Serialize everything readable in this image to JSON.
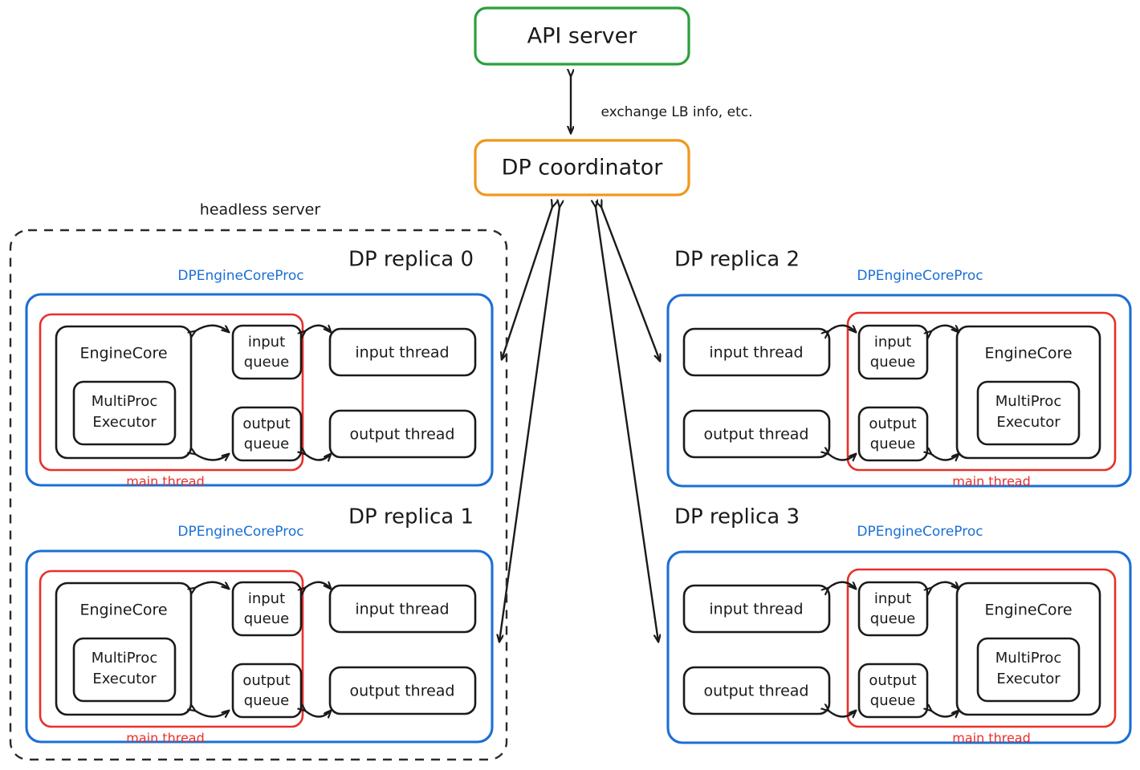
{
  "diagram": {
    "title_nodes": {
      "api_server": "API server",
      "dp_coordinator": "DP coordinator"
    },
    "edge_labels": {
      "coordinator_api": "exchange LB info, etc."
    },
    "groups": {
      "headless_server": "headless server"
    },
    "colors": {
      "api_server_border": "#2ba03a",
      "coordinator_border": "#f0971c",
      "proc_border": "#1b6fd4",
      "main_thread_border": "#e8302a",
      "node_border": "#1a1a1a",
      "headless_border": "#2b2b2b",
      "background": "#ffffff"
    },
    "common_labels": {
      "proc": "DPEngineCoreProc",
      "main_thread": "main thread",
      "engine_core": "EngineCore",
      "multiproc_executor_line1": "MultiProc",
      "multiproc_executor_line2": "Executor",
      "input_queue_line1": "input",
      "input_queue_line2": "queue",
      "output_queue_line1": "output",
      "output_queue_line2": "queue",
      "input_thread": "input thread",
      "output_thread": "output thread"
    },
    "replicas": [
      {
        "id": 0,
        "title": "DP replica 0",
        "orientation": "engine-left",
        "inside_headless": true
      },
      {
        "id": 1,
        "title": "DP replica 1",
        "orientation": "engine-left",
        "inside_headless": true
      },
      {
        "id": 2,
        "title": "DP replica 2",
        "orientation": "engine-right",
        "inside_headless": false
      },
      {
        "id": 3,
        "title": "DP replica 3",
        "orientation": "engine-right",
        "inside_headless": false
      }
    ]
  }
}
